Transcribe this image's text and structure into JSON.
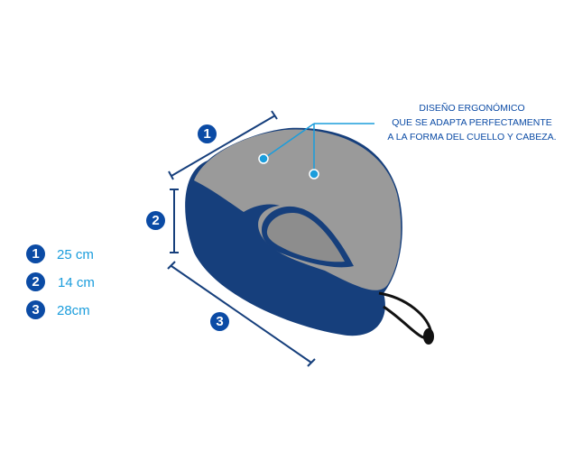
{
  "callout": {
    "lines": [
      "DISEÑO ERGONÓMICO",
      "QUE SE ADAPTA PERFECTAMENTE",
      "A LA FORMA DEL CUELLO Y CABEZA."
    ]
  },
  "dimension_markers": [
    "1",
    "2",
    "3"
  ],
  "legend": [
    {
      "number": "1",
      "value": "25 cm"
    },
    {
      "number": "2",
      "value": "14 cm"
    },
    {
      "number": "3",
      "value": "28cm"
    }
  ],
  "colors": {
    "badge": "#0b4ba5",
    "legend_text": "#1b9ddc",
    "pillow_blue": "#163f7c",
    "pillow_gray": "#9a9a9a",
    "callout_line": "#1b9ddc"
  }
}
